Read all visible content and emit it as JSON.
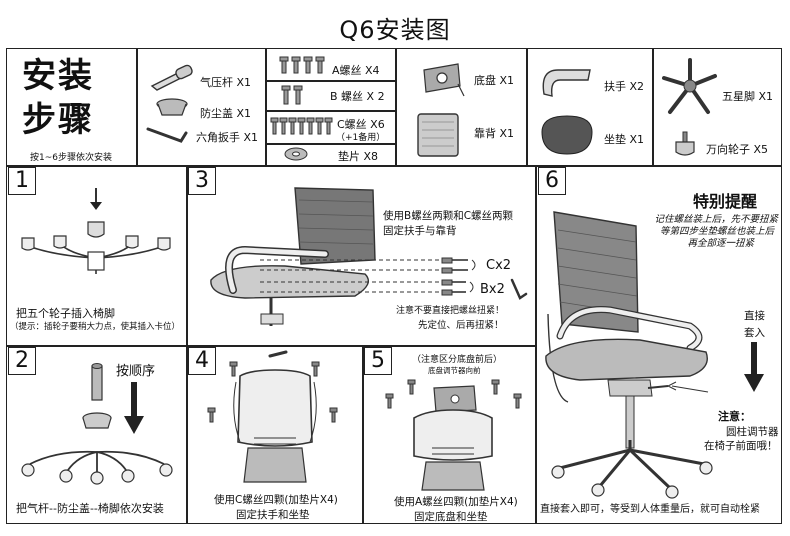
{
  "title": "Q6安装图",
  "steps_heading": {
    "line1": "安装",
    "line2": "步骤",
    "note": "按1~6步骤依次安装"
  },
  "parts": {
    "gas_lift": "气压杆 X1",
    "dust_cover": "防尘盖 X1",
    "hex_key": "六角扳手 X1",
    "screw_a": "A螺丝 X4",
    "screw_b": "B 螺丝 X 2",
    "screw_c": "C螺丝 X6",
    "screw_c_spare": "（+1备用）",
    "washer": "垫片 X8",
    "chassis": "底盘 X1",
    "backrest": "靠背 X1",
    "armrest": "扶手 X2",
    "seat": "坐垫 X1",
    "star_base": "五星脚 X1",
    "caster": "万向轮子 X5"
  },
  "step1": {
    "num": "1",
    "caption": "把五个轮子插入椅脚",
    "tip": "（提示：插轮子要稍大力点，使其插入卡位）"
  },
  "step2": {
    "num": "2",
    "order": "按顺序",
    "caption": "把气杆--防尘盖--椅脚依次安装"
  },
  "step3": {
    "num": "3",
    "text1": "使用B螺丝两颗和C螺丝两颗",
    "text2": "固定扶手与靠背",
    "cx": "Cx2",
    "bx": "Bx2",
    "warn1": "注意不要直接把螺丝扭紧！",
    "warn2": "先定位、后再扭紧！"
  },
  "step4": {
    "num": "4",
    "caption1": "使用C螺丝四颗(加垫片X4)",
    "caption2": "固定扶手和坐垫"
  },
  "step5": {
    "num": "5",
    "note": "（注意区分底盘前后）",
    "sub": "底盘调节器向前",
    "caption1": "使用A螺丝四颗(加垫片X4)",
    "caption2": "固定底盘和坐垫"
  },
  "step6": {
    "num": "6",
    "heading": "特别提醒",
    "r1": "记住螺丝装上后，先不要扭紧",
    "r2": "等第四步坐垫螺丝也装上后",
    "r3": "再全部逐一扭紧",
    "insert1": "直接",
    "insert2": "套入",
    "attn": "注意：",
    "attn1": "圆柱调节器",
    "attn2": "在椅子前面哦！",
    "caption": "直接套入即可，等受到人体重量后，就可自动栓紧"
  }
}
